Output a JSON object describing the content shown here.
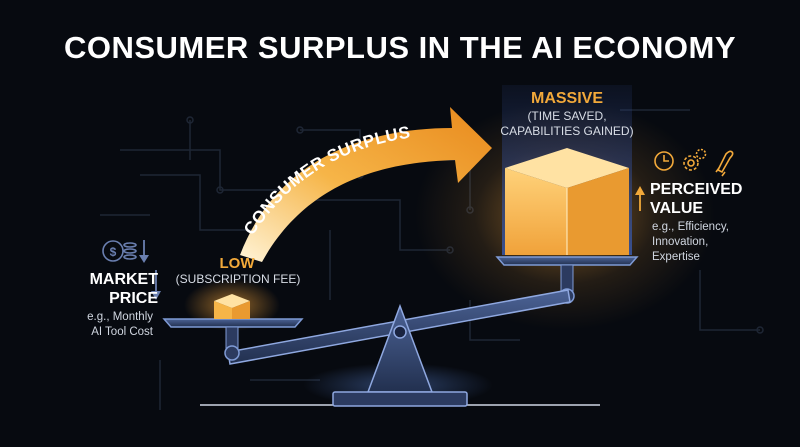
{
  "title": "CONSUMER SURPLUS IN THE AI ECONOMY",
  "arrow_label": "CONSUMER SURPLUS",
  "perceived": {
    "level_title": "MASSIVE",
    "level_sub_line1": "(TIME SAVED,",
    "level_sub_line2": "CAPABILITIES GAINED)",
    "label_line1": "PERCEIVED",
    "label_line2": "VALUE",
    "examples_line1": "e.g., Efficiency,",
    "examples_line2": "Innovation,",
    "examples_line3": "Expertise",
    "icons": [
      "clock-icon",
      "gears-icon",
      "rocket-icon"
    ],
    "direction": "up"
  },
  "market": {
    "level_title": "LOW",
    "level_sub": "(SUBSCRIPTION FEE)",
    "label_line1": "MARKET",
    "label_line2": "PRICE",
    "examples_line1": "e.g., Monthly",
    "examples_line2": "AI Tool Cost",
    "icons": [
      "coins-icon"
    ],
    "direction": "down"
  },
  "colors": {
    "background": "#070a10",
    "accent_orange": "#f2a93a",
    "scale_steel": "#3e5480",
    "glow_blue": "#5b86d8",
    "up_arrow": "#f2a93a",
    "down_arrow": "#6a7fb0"
  }
}
